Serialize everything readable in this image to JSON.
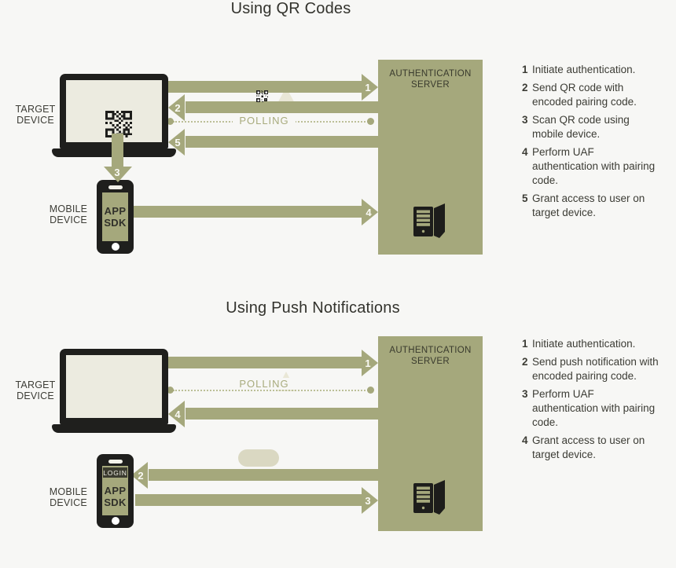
{
  "colors": {
    "background": "#f7f7f5",
    "olive_accent": "#a5a87c",
    "device_dark": "#1f1f1d",
    "screen_cream": "#ecebe0",
    "text_dark": "#3c3c35",
    "polling_text": "#a8ab7d",
    "watermark": "#e9e7d6",
    "pill": "#dad8c2",
    "arrow_number_white": "#fafaf5"
  },
  "icons": {
    "qr_large": "qr-code-icon",
    "qr_small": "qr-code-mini-icon",
    "server": "server-tower-icon",
    "laptop": "laptop-device",
    "phone": "mobile-device"
  },
  "qr": {
    "title": "Using QR Codes",
    "target_line1": "TARGET",
    "target_line2": "DEVICE",
    "mobile_line1": "MOBILE",
    "mobile_line2": "DEVICE",
    "server_line1": "AUTHENTICATION",
    "server_line2": "SERVER",
    "app_line1": "APP",
    "app_line2": "SDK",
    "polling": "POLLING",
    "arrows": {
      "n1": "1",
      "n2": "2",
      "n3": "3",
      "n4": "4",
      "n5": "5"
    },
    "steps": [
      {
        "num": "1",
        "text": "Initiate authentication."
      },
      {
        "num": "2",
        "text": "Send QR code with encoded pairing code."
      },
      {
        "num": "3",
        "text": "Scan QR code using mobile device."
      },
      {
        "num": "4",
        "text": "Perform UAF authentication with pairing code."
      },
      {
        "num": "5",
        "text": "Grant access to user on target device."
      }
    ]
  },
  "push": {
    "title": "Using Push Notifications",
    "target_line1": "TARGET",
    "target_line2": "DEVICE",
    "mobile_line1": "MOBILE",
    "mobile_line2": "DEVICE",
    "server_line1": "AUTHENTICATION",
    "server_line2": "SERVER",
    "app_line1": "APP",
    "app_line2": "SDK",
    "login_label": "LOGIN",
    "polling": "POLLING",
    "arrows": {
      "n1": "1",
      "n2": "2",
      "n3": "3",
      "n4": "4"
    },
    "steps": [
      {
        "num": "1",
        "text": "Initiate authentication."
      },
      {
        "num": "2",
        "text": "Send push notification with encoded pairing code."
      },
      {
        "num": "3",
        "text": "Perform UAF authentication with pairing code."
      },
      {
        "num": "4",
        "text": "Grant access to user on target device."
      }
    ]
  }
}
